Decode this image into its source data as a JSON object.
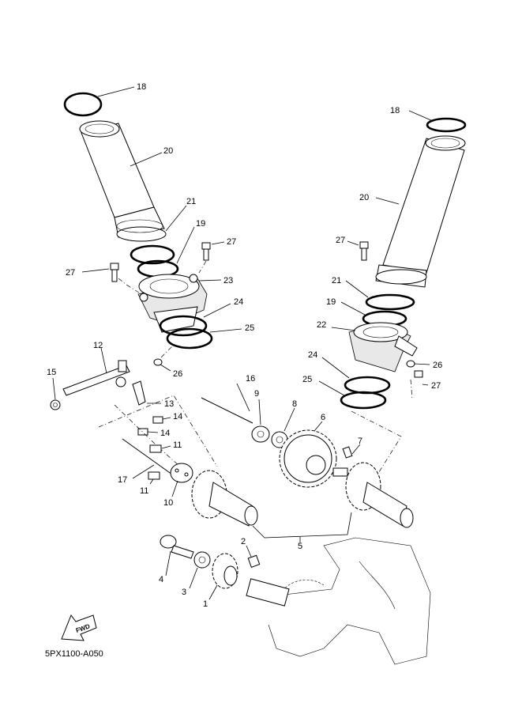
{
  "callouts": {
    "n1": "1",
    "n2": "2",
    "n3": "3",
    "n4": "4",
    "n5": "5",
    "n6": "6",
    "n7": "7",
    "n8": "8",
    "n9": "9",
    "n10": "10",
    "n11a": "11",
    "n11b": "11",
    "n12": "12",
    "n13": "13",
    "n14a": "14",
    "n14b": "14",
    "n15": "15",
    "n16": "16",
    "n17": "17",
    "n18a": "18",
    "n18b": "18",
    "n19a": "19",
    "n19b": "19",
    "n20a": "20",
    "n20b": "20",
    "n21a": "21",
    "n21b": "21",
    "n22": "22",
    "n23": "23",
    "n24a": "24",
    "n24b": "24",
    "n25a": "25",
    "n25b": "25",
    "n26a": "26",
    "n26b": "26",
    "n27a": "27",
    "n27b": "27",
    "n27c": "27",
    "n27d": "27"
  },
  "fwd_label": "FWD",
  "diagram_code": "5PX1100-A050",
  "line_color": "#000000",
  "background": "#ffffff"
}
